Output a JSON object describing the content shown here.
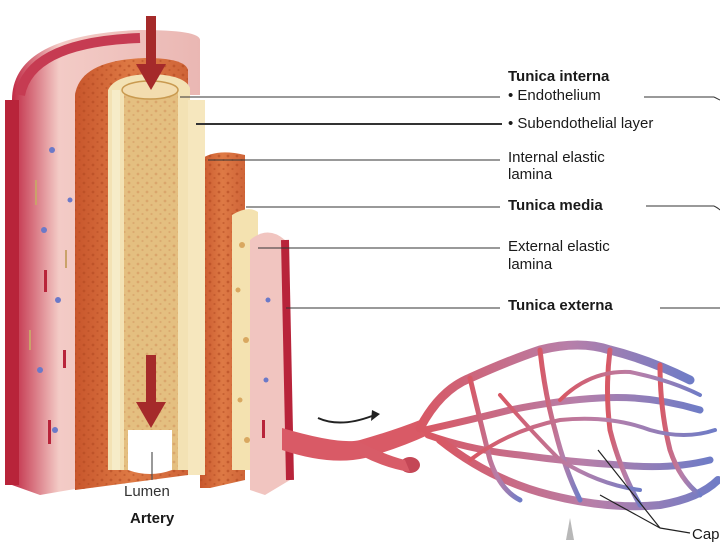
{
  "labels": {
    "tunica_interna": "Tunica interna",
    "endothelium": "• Endothelium",
    "subendothelial": "• Subendothelial layer",
    "internal_elastic_1": "Internal elastic",
    "internal_elastic_2": "lamina",
    "tunica_media": "Tunica media",
    "external_elastic_1": "External elastic",
    "external_elastic_2": "lamina",
    "tunica_externa": "Tunica externa",
    "lumen": "Lumen",
    "artery": "Artery",
    "capillaries_partial": "Cap"
  },
  "colors": {
    "externa": "#f2c9c4",
    "externa_edge": "#b8243a",
    "media": "#d9703f",
    "interna": "#f0d9a0",
    "lumen_core": "#e7c489",
    "arrow": "#a52a2a",
    "vessel_red": "#d95a66",
    "vessel_blue": "#7f86c9"
  }
}
